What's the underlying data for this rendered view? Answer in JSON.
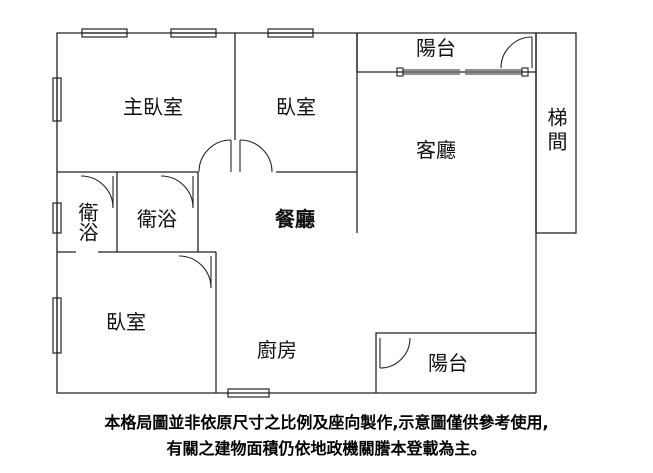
{
  "rooms": {
    "master_bedroom": "主臥室",
    "bedroom_north": "臥室",
    "balcony_north": "陽台",
    "living_room": "客廳",
    "stairwell": "梯間",
    "bath_small": "衛浴",
    "bath": "衛浴",
    "dining_room": "餐廳",
    "bedroom_south": "臥室",
    "kitchen": "廚房",
    "balcony_south": "陽台"
  },
  "disclaimer": {
    "line1": "本格局圖並非依原尺寸之比例及座向製作,示意圖僅供參考使用,",
    "line2": "有關之建物面積仍依地政機關謄本登載為主。"
  },
  "colors": {
    "wall": "#222222",
    "background": "#ffffff"
  }
}
